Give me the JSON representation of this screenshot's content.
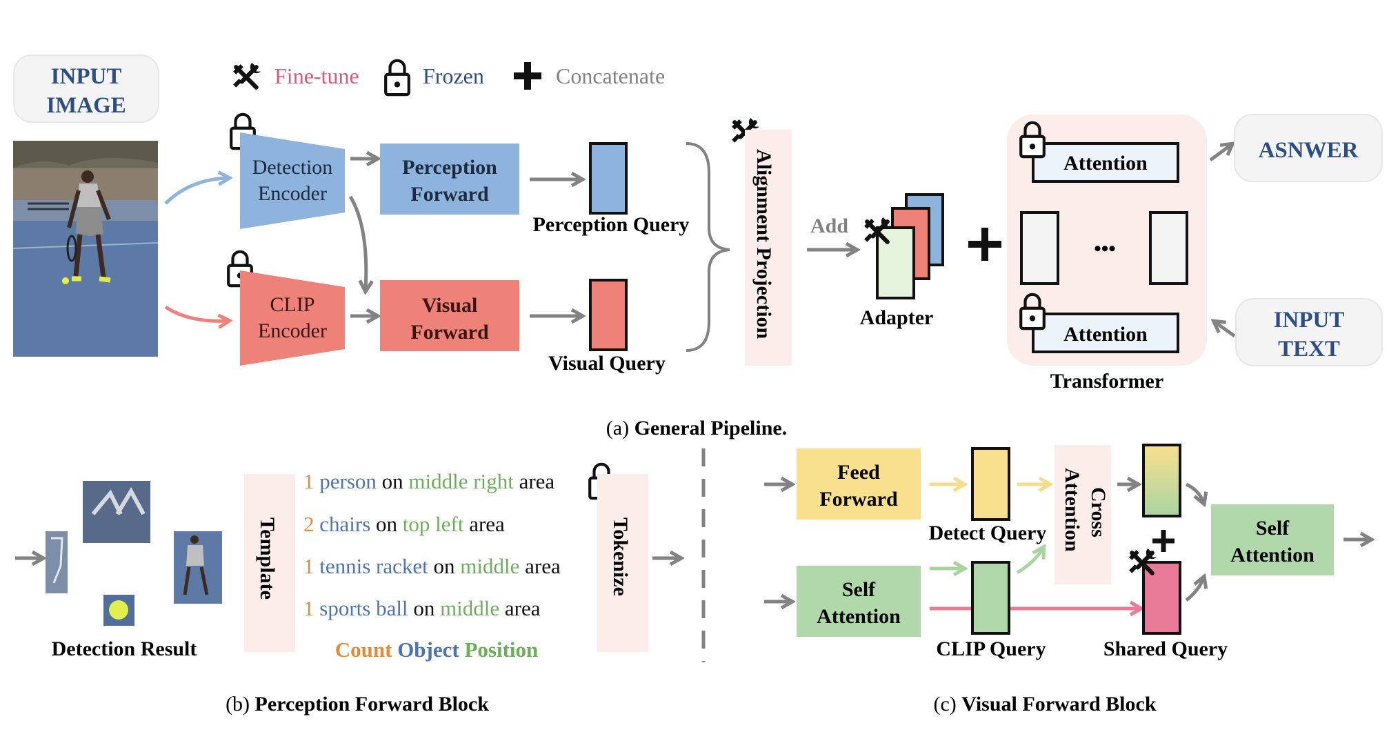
{
  "legend": {
    "finetune": "Fine-tune",
    "frozen": "Frozen",
    "concatenate": "Concatenate"
  },
  "inputs": {
    "image_line1": "INPUT",
    "image_line2": "IMAGE",
    "text_line1": "INPUT",
    "text_line2": "TEXT",
    "answer": "ASNWER"
  },
  "pipeline": {
    "detection_encoder_1": "Detection",
    "detection_encoder_2": "Encoder",
    "clip_encoder_1": "CLIP",
    "clip_encoder_2": "Encoder",
    "perception_forward_1": "Perception",
    "perception_forward_2": "Forward",
    "visual_forward_1": "Visual",
    "visual_forward_2": "Forward",
    "perception_query": "Perception Query",
    "visual_query": "Visual Query",
    "alignment_projection": "Alignment Projection",
    "add": "Add",
    "adapter": "Adapter",
    "attention_top": "Attention",
    "attention_bottom": "Attention",
    "ellipsis": "•••",
    "transformer": "Transformer",
    "caption_prefix": "(a) ",
    "caption": "General Pipeline."
  },
  "perception_block": {
    "detection_result": "Detection Result",
    "template": "Template",
    "tokenize": "Tokenize",
    "lines": [
      {
        "count": "1",
        "object": "person",
        "on": "on",
        "position": "middle right",
        "area": "area"
      },
      {
        "count": "2",
        "object": "chairs",
        "on": "on",
        "position": "top left",
        "area": "area"
      },
      {
        "count": "1",
        "object": "tennis racket",
        "on": "on",
        "position": "middle",
        "area": "area"
      },
      {
        "count": "1",
        "object": "sports ball",
        "on": "on",
        "position": "middle",
        "area": "area"
      }
    ],
    "key_count": "Count",
    "key_object": "Object",
    "key_position": "Position",
    "caption_prefix": "(b) ",
    "caption": "Perception Forward Block"
  },
  "visual_block": {
    "feed_forward_1": "Feed",
    "feed_forward_2": "Forward",
    "self_attention_1": "Self",
    "self_attention_2": "Attention",
    "detect_query": "Detect Query",
    "clip_query": "CLIP Query",
    "cross_attention_1": "Cross",
    "cross_attention_2": "Attention",
    "shared_query": "Shared Query",
    "self_attention_out_1": "Self",
    "self_attention_out_2": "Attention",
    "caption_prefix": "(c) ",
    "caption": "Visual Forward Block"
  },
  "colors": {
    "blue": "#8EB4DE",
    "red": "#EE8279",
    "yellow": "#F9E08E",
    "green": "#B1D8AB",
    "pink": "#E97B98",
    "peach": "#FBEEEA",
    "title_blue": "#2C4E82",
    "finetune_pink": "#D9577D",
    "count_orange": "#E08B40",
    "object_blue": "#4D74AE",
    "position_green": "#6CAE5A",
    "gray": "#828282"
  }
}
